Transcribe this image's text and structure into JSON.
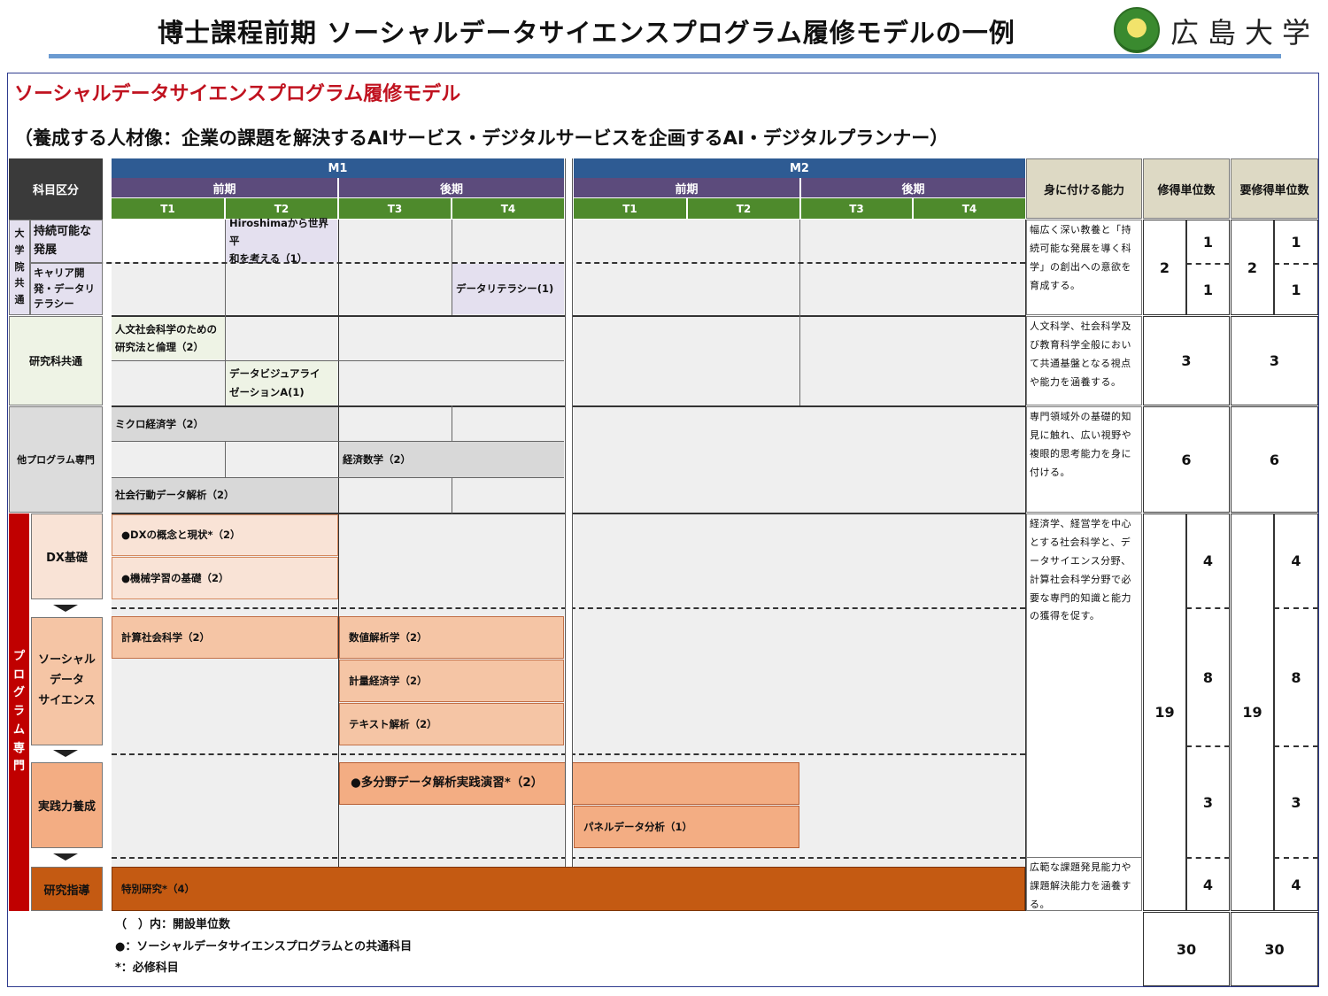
{
  "header": {
    "title": "博士課程前期 ソーシャルデータサイエンスプログラム履修モデルの一例",
    "university": "広島大学"
  },
  "model": {
    "title": "ソーシャルデータサイエンスプログラム履修モデル",
    "subtitle": "（養成する人材像：企業の課題を解決するAIサービス・デジタルサービスを企画するAI・デジタルプランナー）"
  },
  "table_header": {
    "category": "科目区分",
    "m1": "M1",
    "m2": "M2",
    "first_half": "前期",
    "second_half": "後期",
    "terms": [
      "T1",
      "T2",
      "T3",
      "T4"
    ],
    "abilities": "身に付ける能力",
    "credits_earned": "修得単位数",
    "credits_required": "要修得単位数"
  },
  "categories": {
    "grad_common": "大学院共通",
    "grad_common_chars": [
      "大",
      "学",
      "院",
      "共",
      "通"
    ],
    "sustainable": "持続可能な発展",
    "career": "キャリア開発・データリテラシー",
    "school_common": "研究科共通",
    "other_program": "他プログラム専門",
    "program_major": "プログラム専門",
    "program_major_chars": [
      "プ",
      "ロ",
      "グ",
      "ラ",
      "ム",
      "専",
      "門"
    ],
    "dx_basics": "DX基礎",
    "social_ds_1": "ソーシャル",
    "social_ds_2": "データ",
    "social_ds_3": "サイエンス",
    "practical": "実践力養成",
    "research": "研究指導"
  },
  "courses": {
    "hiroshima_peace_1": "Hiroshimaから世界平",
    "hiroshima_peace_2": "和を考える（1）",
    "data_literacy": "データリテラシー(1)",
    "research_methods_1": "人文社会科学のための",
    "research_methods_2": "研究法と倫理（2）",
    "data_vis_1": "データビジュアライ",
    "data_vis_2": "ゼーションA(1)",
    "micro_econ": "ミクロ経済学（2）",
    "econ_math": "経済数学（2）",
    "social_behavior": "社会行動データ解析（2）",
    "dx_concept": "●DXの概念と現状*（2）",
    "ml_basics": "●機械学習の基礎（2）",
    "comp_social": "計算社会科学（2）",
    "numerical": "数値解析学（2）",
    "econometrics": "計量経済学（2）",
    "text_analysis": "テキスト解析（2）",
    "multi_field": "●多分野データ解析実践演習*（2）",
    "panel_data": "パネルデータ分析（1）",
    "special_research": "特別研究*（4）"
  },
  "abilities": {
    "grad_common": "幅広く深い教養と「持続可能な発展を導く科学」の創出への意欲を育成する。",
    "school_common": "人文科学、社会科学及び教育科学全般において共通基盤となる視点や能力を涵養する。",
    "other_program": "専門領域外の基礎的知見に触れ、広い視野や複眼的思考能力を身に付ける。",
    "program_major": "経済学、経営学を中心とする社会科学と、データサイエンス分野、計算社会科学分野で必要な専門的知識と能力の獲得を促す。",
    "research": "広範な課題発見能力や課題解決能力を涵養する。"
  },
  "credits": {
    "grad_common_total": "2",
    "sustainable": "1",
    "career": "1",
    "school_common": "3",
    "other_program": "6",
    "program_total": "19",
    "dx": "4",
    "social_ds": "8",
    "practical": "3",
    "research": "4",
    "total": "30"
  },
  "required": {
    "grad_common_total": "2",
    "sustainable": "1",
    "career": "1",
    "school_common": "3",
    "other_program": "6",
    "program_total": "19",
    "dx": "4",
    "social_ds": "8",
    "practical": "3",
    "research": "4",
    "total": "30"
  },
  "notes": {
    "parens": "（　）内：開設単位数",
    "bullet": "●：ソーシャルデータサイエンスプログラムとの共通科目",
    "asterisk": "*：必修科目"
  },
  "colors": {
    "m_bar": "#2e5b93",
    "semester_bar": "#5c4b7c",
    "term_bar": "#4e8a2c",
    "program_red": "#c00000",
    "research_orange": "#c45a12",
    "title_red": "#c0121f"
  }
}
